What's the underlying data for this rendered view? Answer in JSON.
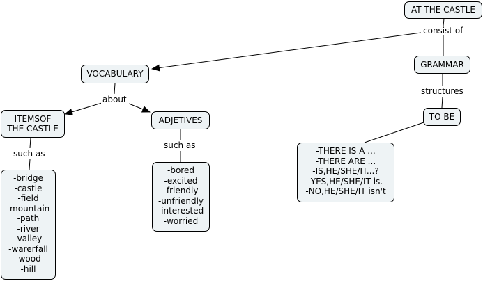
{
  "nodes": {
    "at_the_castle": "AT THE CASTLE",
    "grammar": "GRAMMAR",
    "vocabulary": "VOCABULARY",
    "to_be": "TO BE",
    "items_of_castle": "ITEMSOF\nTHE CASTLE",
    "adjetives": "ADJETIVES",
    "items_list": "-bridge\n-castle\n-field\n-mountain\n-path\n-river\n-valley\n-warerfall\n-wood\n-hill",
    "adjetives_list": "-bored\n-excited\n-friendly\n-unfriendly\n-interested\n-worried",
    "to_be_list": "-THERE IS A ...\n-THERE ARE ...\n-IS,HE/SHE/IT...?\n-YES,HE/SHE/IT is.\n-NO,HE/SHE/IT isn't"
  },
  "linking_phrases": {
    "consist_of": "consist of",
    "structures": "structures",
    "about": "about",
    "such_as_items": "such as",
    "such_as_adjetives": "such as"
  },
  "colors": {
    "node_fill": "#eef3f5",
    "node_border": "#000000",
    "line": "#000000"
  }
}
